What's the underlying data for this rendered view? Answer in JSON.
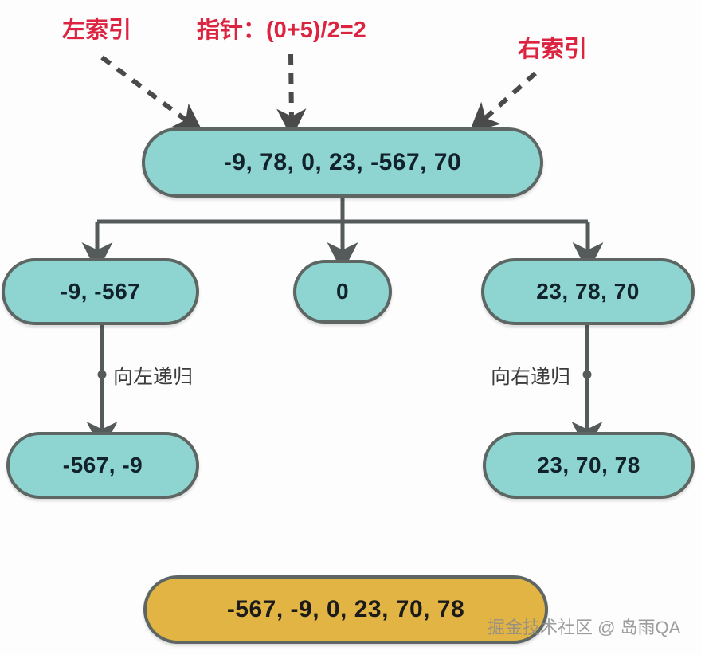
{
  "diagram": {
    "title": "Quick sort recursion diagram",
    "colors": {
      "node_fill_teal": "#8ed4d0",
      "node_fill_orange": "#e2b443",
      "node_border": "#5d6663",
      "annotation_red": "#dc2440",
      "connector_gray": "#555b5a",
      "text_dark": "#11222b"
    },
    "annotations": [
      {
        "id": "left-index",
        "text": "左索引"
      },
      {
        "id": "pivot",
        "text": "指针：(0+5)/2=2"
      },
      {
        "id": "right-index",
        "text": "右索引"
      }
    ],
    "nodes": [
      {
        "id": "root",
        "text": "-9, 78, 0, 23, -567, 70"
      },
      {
        "id": "left-part",
        "text": "-9, -567"
      },
      {
        "id": "middle-part",
        "text": "0"
      },
      {
        "id": "right-part",
        "text": "23, 78, 70"
      },
      {
        "id": "left-sorted",
        "text": "-567, -9"
      },
      {
        "id": "right-sorted",
        "text": "23, 70, 78"
      },
      {
        "id": "final",
        "text": "-567, -9, 0, 23, 70, 78"
      }
    ],
    "edge_labels": [
      {
        "id": "recurse-left",
        "text": "向左递归"
      },
      {
        "id": "recurse-right",
        "text": "向右递归"
      }
    ],
    "watermark": "掘金技术社区 @ 岛雨QA"
  }
}
